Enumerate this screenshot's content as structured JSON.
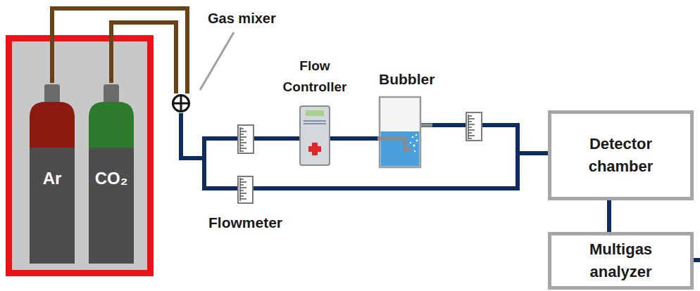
{
  "diagram": {
    "nodes": [
      {
        "text": [
          "Ar"
        ]
      },
      {
        "text": [
          "CO₂"
        ]
      },
      {
        "text": [
          "Gas mixer"
        ]
      },
      {
        "text": [
          "Flow Controller"
        ]
      },
      {
        "text": [
          "Bubbler"
        ]
      },
      {
        "text": [
          "Flowmeter"
        ]
      },
      {
        "text": [
          "Detector chamber"
        ]
      },
      {
        "text": [
          "Multigas analyzer"
        ]
      }
    ],
    "edges": [
      {
        "from": 0,
        "to": 2,
        "arrow": "none"
      },
      {
        "from": 1,
        "to": 2,
        "arrow": "none"
      },
      {
        "from": 2,
        "to": 3,
        "arrow": "none"
      },
      {
        "from": 2,
        "to": 5,
        "arrow": "none"
      },
      {
        "from": 3,
        "to": 4,
        "arrow": "none"
      },
      {
        "from": 5,
        "to": 6,
        "arrow": "none"
      },
      {
        "from": 4,
        "to": 6,
        "arrow": "none"
      },
      {
        "from": 6,
        "to": 7,
        "arrow": "none"
      }
    ]
  }
}
